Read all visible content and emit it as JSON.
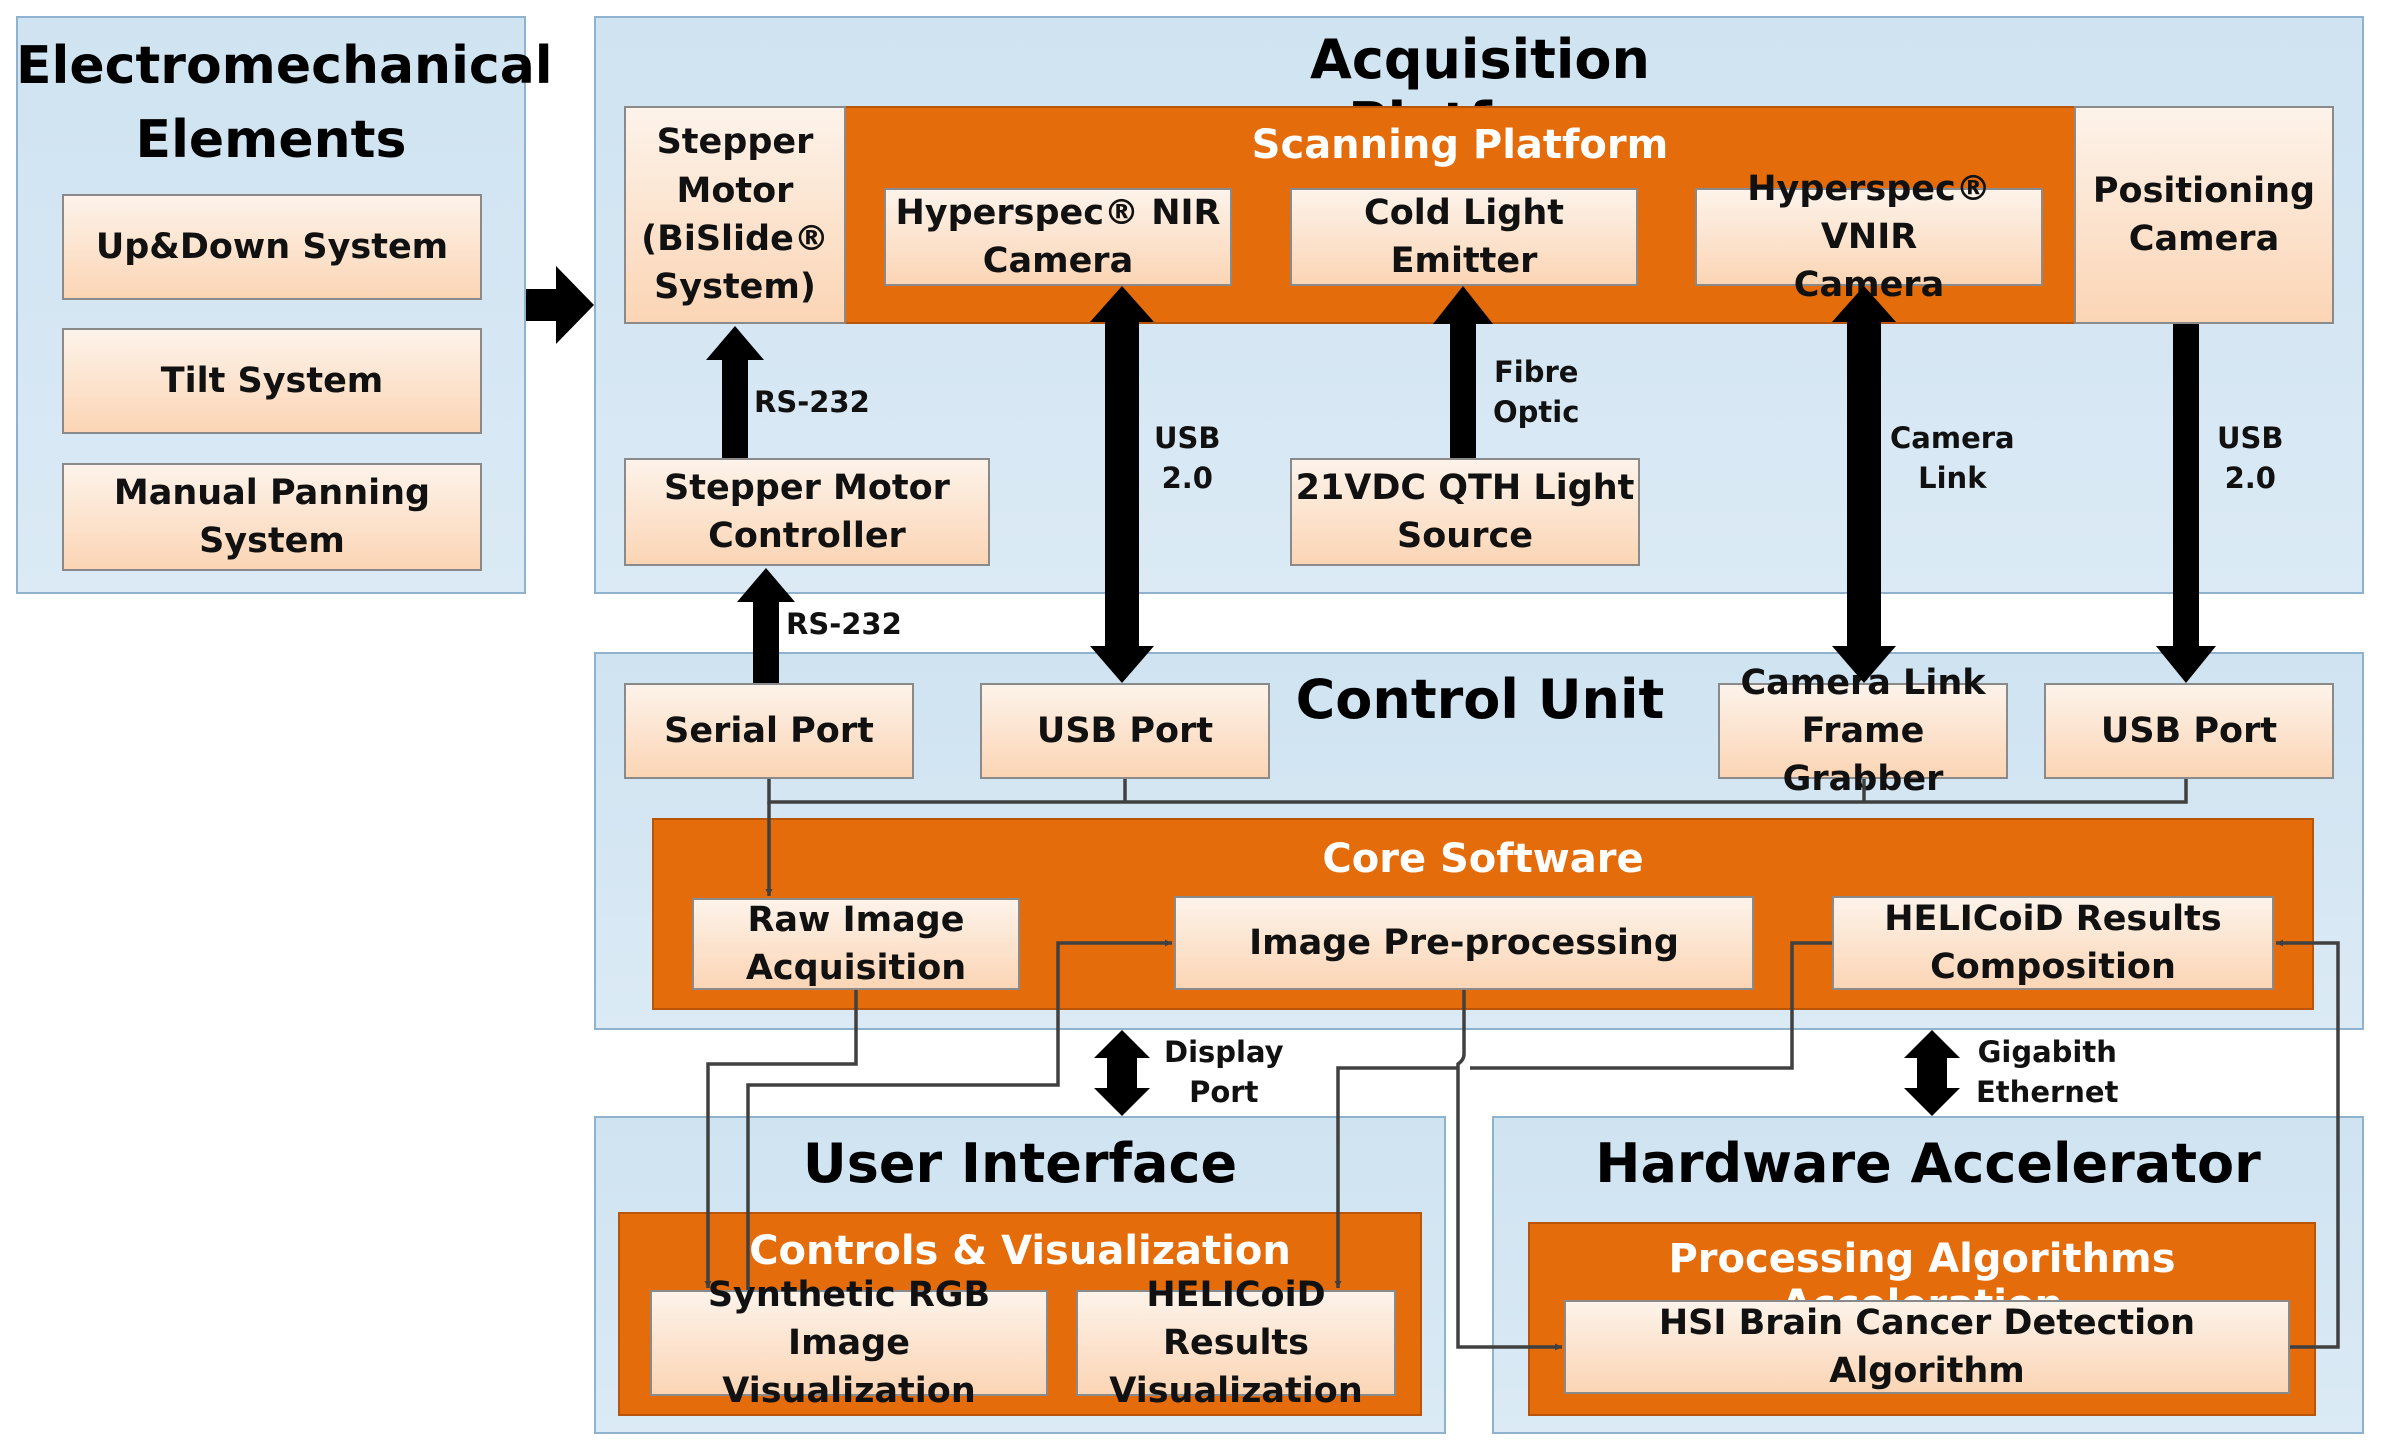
{
  "panels": {
    "electromechanical": {
      "title": "Electromechanical\nElements",
      "items": [
        "Up&Down System",
        "Tilt System",
        "Manual Panning\nSystem"
      ]
    },
    "acquisition": {
      "title": "Acquisition Platform",
      "stepper_motor": "Stepper\nMotor\n(BiSlide®\nSystem)",
      "scanning_platform": {
        "title": "Scanning Platform",
        "nir_camera": "Hyperspec® NIR\nCamera",
        "cold_light": "Cold Light Emitter",
        "vnir_camera": "Hyperspec® VNIR\nCamera"
      },
      "positioning_camera": "Positioning\nCamera",
      "stepper_controller": "Stepper Motor\nController",
      "light_source": "21VDC QTH Light\nSource"
    },
    "control_unit": {
      "title": "Control Unit",
      "serial_port": "Serial Port",
      "usb_port_1": "USB Port",
      "frame_grabber": "Camera Link\nFrame Grabber",
      "usb_port_2": "USB Port",
      "core_software": {
        "title": "Core Software",
        "raw_acquisition": "Raw Image\nAcquisition",
        "preprocessing": "Image Pre-processing",
        "results_composition": "HELICoiD Results\nComposition"
      }
    },
    "user_interface": {
      "title": "User Interface",
      "controls": {
        "title": "Controls & Visualization",
        "rgb_visualization": "Synthetic RGB Image\nVisualization",
        "results_visualization": "HELICoiD Results\nVisualization"
      }
    },
    "hardware_accelerator": {
      "title": "Hardware Accelerator",
      "processing": {
        "title": "Processing Algorithms Acceleration",
        "detection": "HSI Brain Cancer Detection Algorithm"
      }
    }
  },
  "connections": {
    "rs232_upper": "RS-232",
    "rs232_lower": "RS-232",
    "usb_nir": "USB\n2.0",
    "fibre_optic": "Fibre\nOptic",
    "camera_link": "Camera\nLink",
    "usb_positioning": "USB\n2.0",
    "display_port": "Display\nPort",
    "gigabit_ethernet": "Gigabith\nEthernet"
  },
  "colors": {
    "panel_fill": "#d4e6f3",
    "panel_border": "#8fb3cf",
    "orange_fill": "#e46c0a",
    "box_fill": "#fbd5b5",
    "arrow": "#000000",
    "wire": "#404040"
  }
}
